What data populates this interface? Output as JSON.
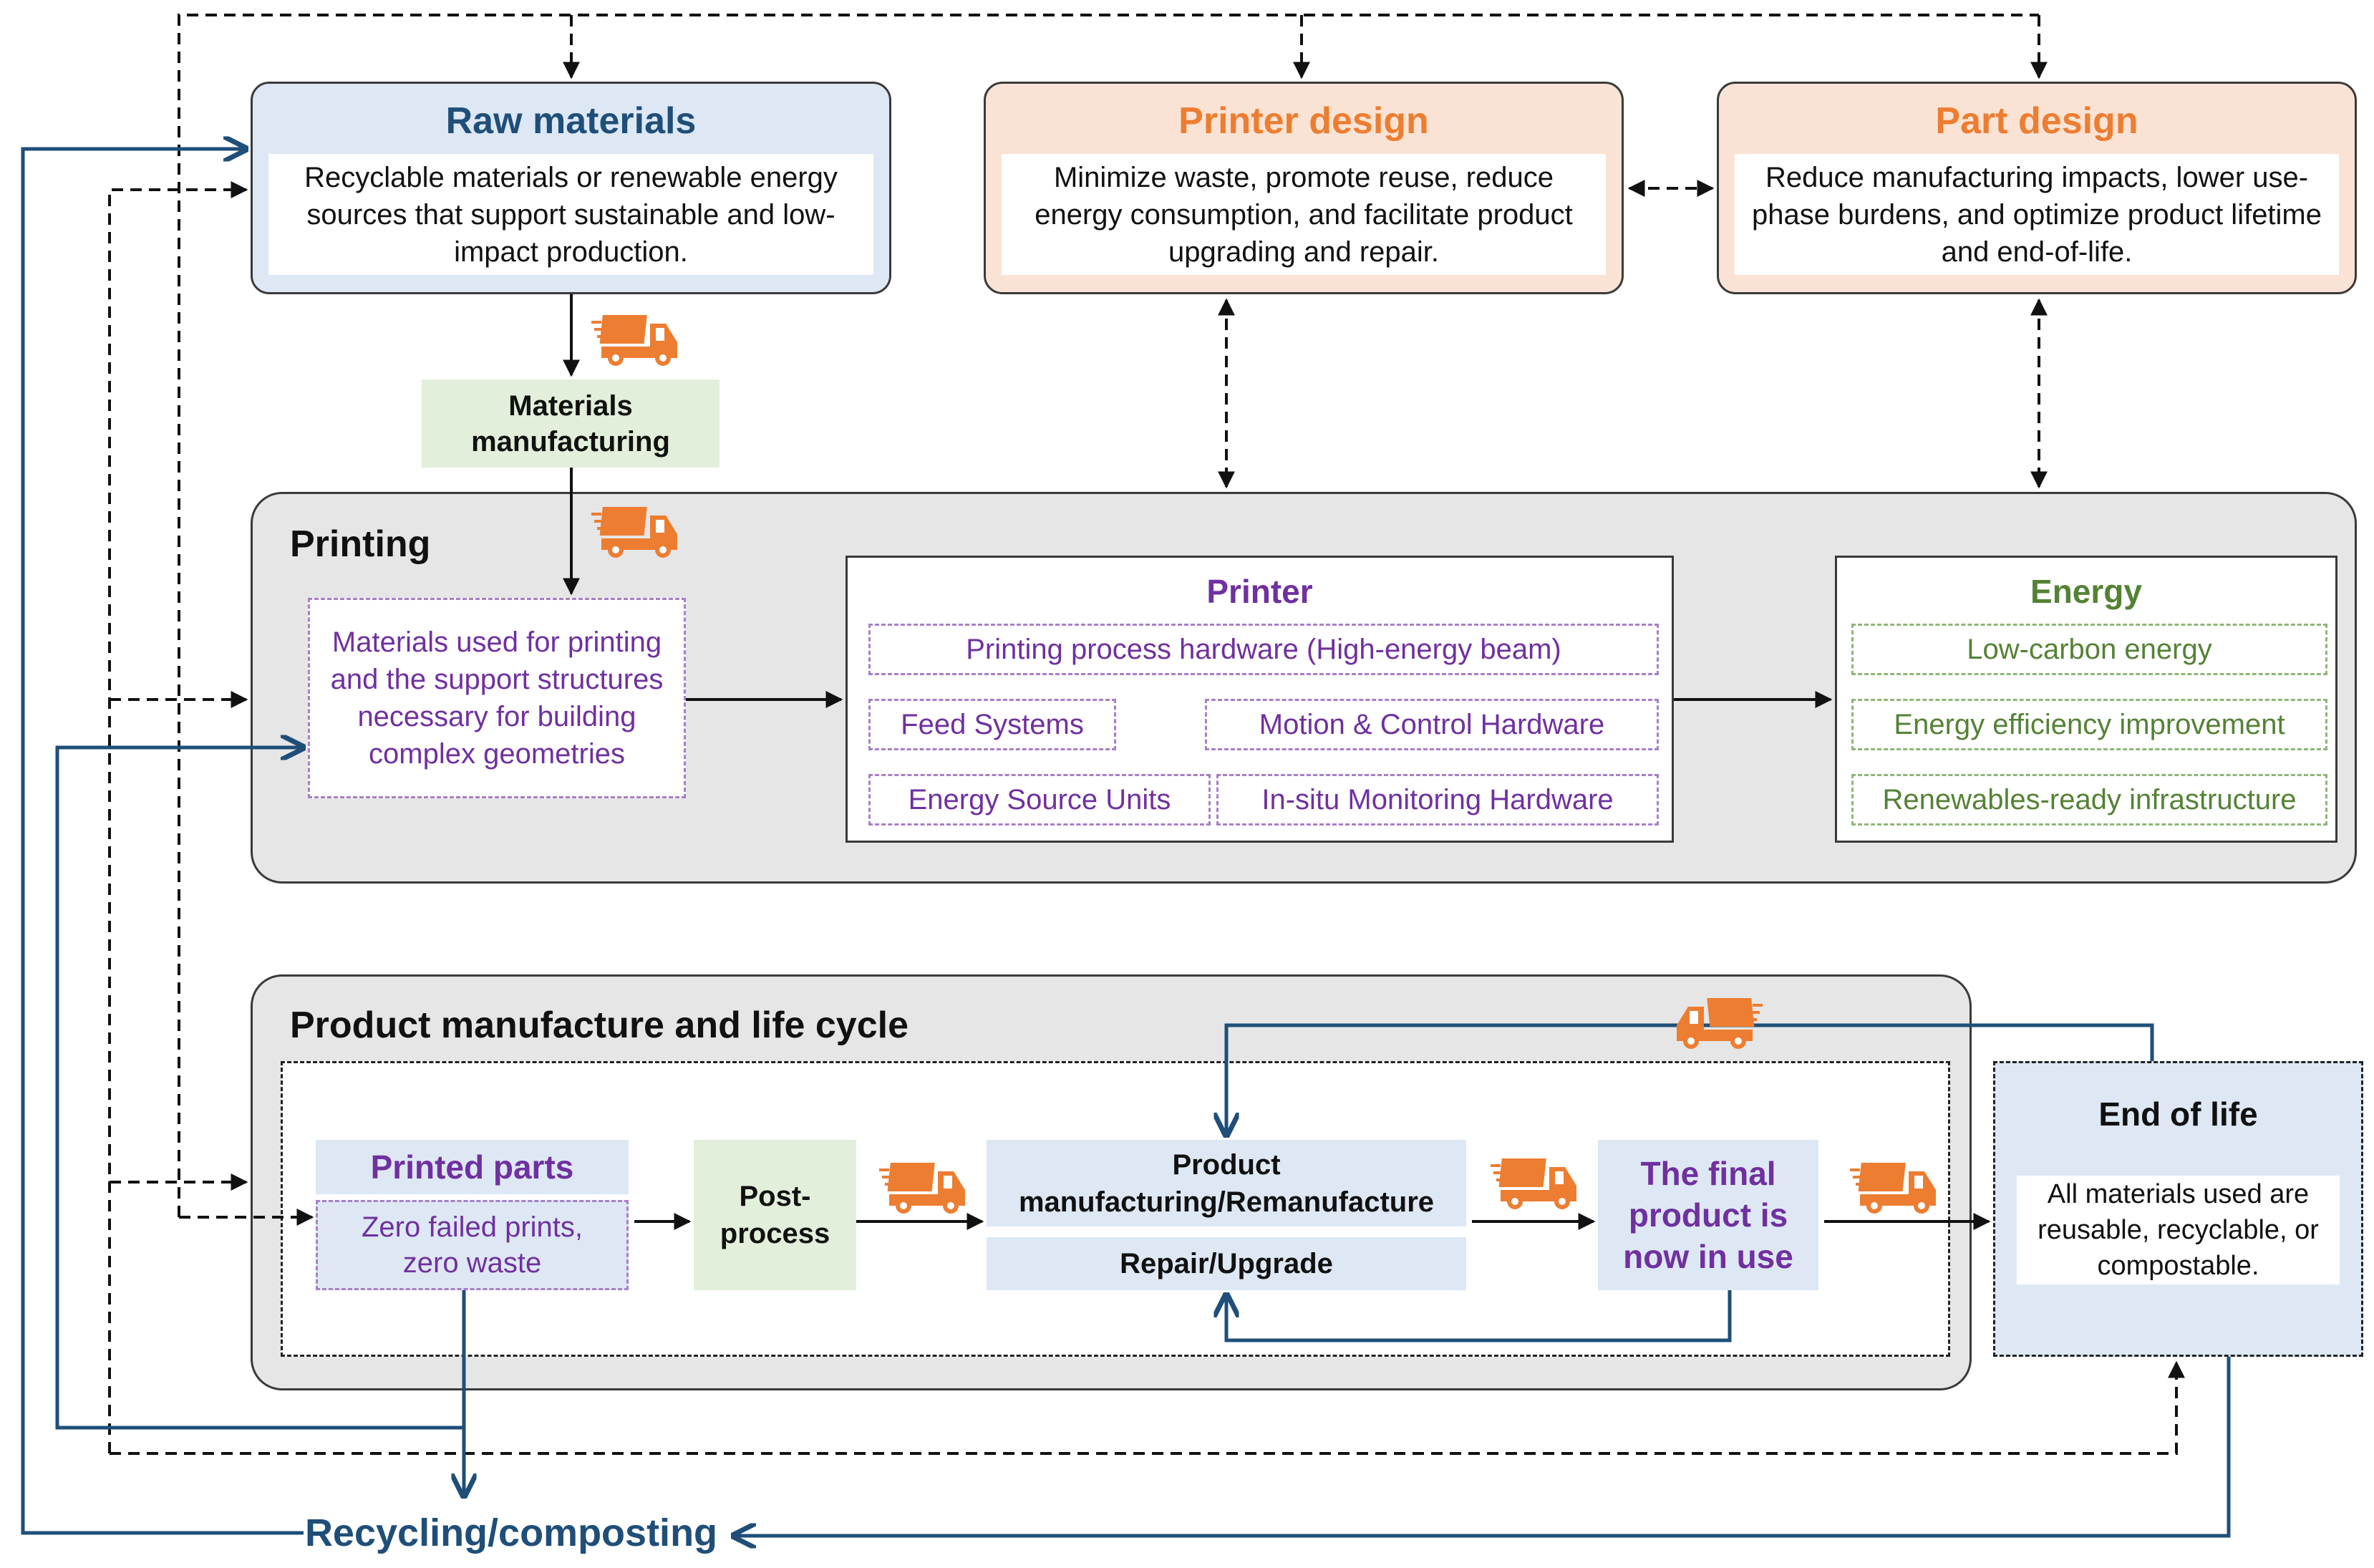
{
  "raw_materials": {
    "title": "Raw materials",
    "description": "Recyclable materials or renewable energy sources that support sustainable and low-impact production."
  },
  "printer_design": {
    "title": "Printer design",
    "description": "Minimize waste, promote reuse, reduce energy consumption, and facilitate product upgrading and repair."
  },
  "part_design": {
    "title": "Part design",
    "description": "Reduce manufacturing impacts, lower use-phase burdens, and optimize product lifetime and end-of-life."
  },
  "materials_manufacturing": {
    "label": "Materials manufacturing"
  },
  "printing": {
    "title": "Printing",
    "materials_used": "Materials used for printing and the support structures necessary for building complex geometries",
    "printer": {
      "title": "Printer",
      "components": [
        "Printing process hardware (High-energy beam)",
        "Feed Systems",
        "Motion & Control Hardware",
        "Energy Source Units",
        "In-situ Monitoring Hardware"
      ]
    },
    "energy": {
      "title": "Energy",
      "items": [
        "Low-carbon energy",
        "Energy efficiency improvement",
        "Renewables-ready infrastructure"
      ]
    }
  },
  "product_lifecycle": {
    "title": "Product manufacture and life cycle",
    "printed_parts": {
      "title": "Printed parts",
      "subtitle": "Zero failed prints, zero waste"
    },
    "post_process": "Post-process",
    "product_manufacturing": "Product manufacturing/Remanufacture",
    "repair_upgrade": "Repair/Upgrade",
    "final_product": "The final product is now in use"
  },
  "end_of_life": {
    "title": "End of life",
    "description": "All materials used are reusable, recyclable, or compostable."
  },
  "recycling": {
    "label": "Recycling/composting"
  },
  "icons": {
    "transport": "truck-icon"
  },
  "colors": {
    "navy": "#1f4e79",
    "orange": "#ed7d31",
    "purple": "#7030a0",
    "green": "#548235",
    "light_blue": "#dde8f4",
    "peach": "#fae3d4",
    "light_green": "#e2efda",
    "panel_gray": "#e6e6e6"
  }
}
